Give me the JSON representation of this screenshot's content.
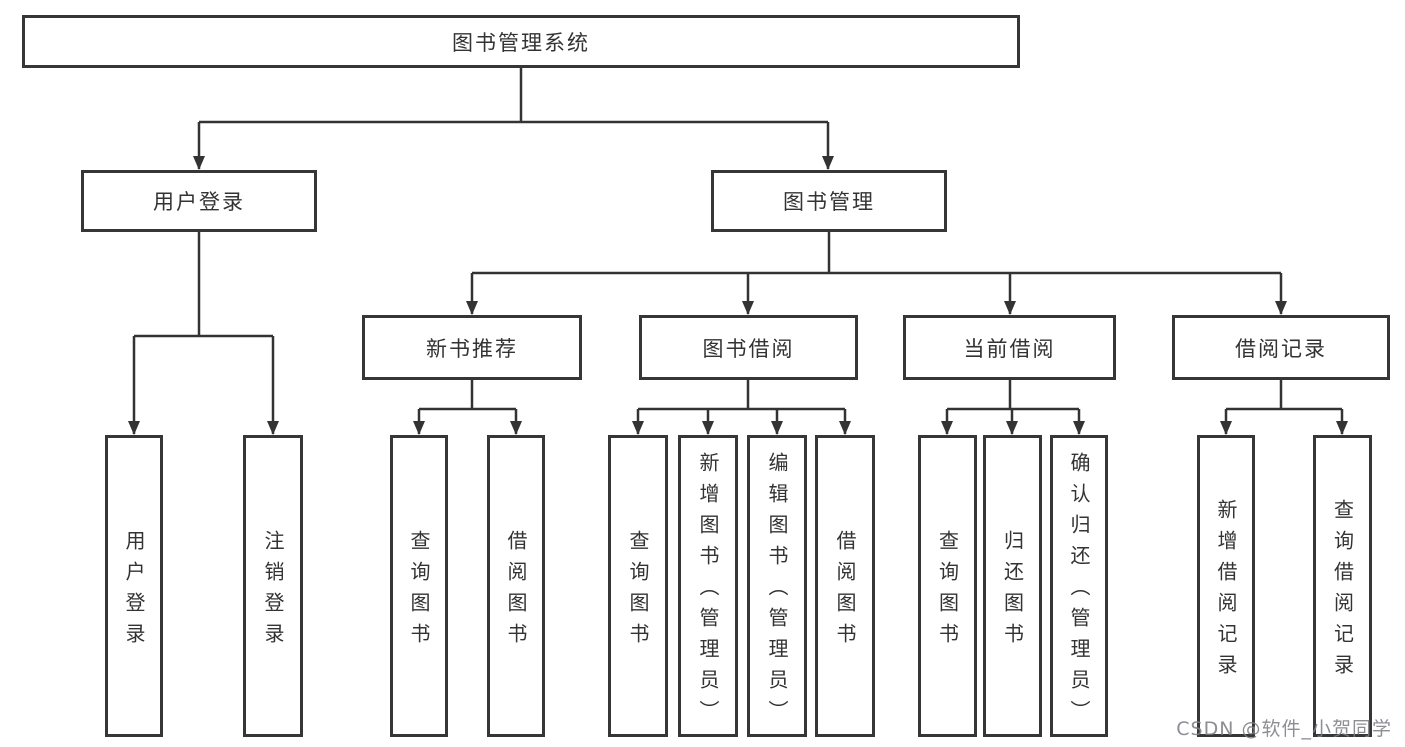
{
  "diagram": {
    "root": {
      "label": "图书管理系统"
    },
    "level2": [
      {
        "label": "用户登录",
        "children": [
          {
            "label": "用户登录"
          },
          {
            "label": "注销登录"
          }
        ]
      },
      {
        "label": "图书管理",
        "children": [
          {
            "label": "新书推荐",
            "children": [
              {
                "label": "查询图书"
              },
              {
                "label": "借阅图书"
              }
            ]
          },
          {
            "label": "图书借阅",
            "children": [
              {
                "label": "查询图书"
              },
              {
                "label": "新增图书（管理员）"
              },
              {
                "label": "编辑图书（管理员）"
              },
              {
                "label": "借阅图书"
              }
            ]
          },
          {
            "label": "当前借阅",
            "children": [
              {
                "label": "查询图书"
              },
              {
                "label": "归还图书"
              },
              {
                "label": "确认归还（管理员）"
              }
            ]
          },
          {
            "label": "借阅记录",
            "children": [
              {
                "label": "新增借阅记录"
              },
              {
                "label": "查询借阅记录"
              }
            ]
          }
        ]
      }
    ]
  },
  "watermark": {
    "text": "CSDN @软件_小贺同学"
  },
  "colors": {
    "line": "#333333",
    "box_border": "#363636",
    "text": "#333333",
    "watermark": "#7d7d85",
    "background": "#ffffff"
  }
}
